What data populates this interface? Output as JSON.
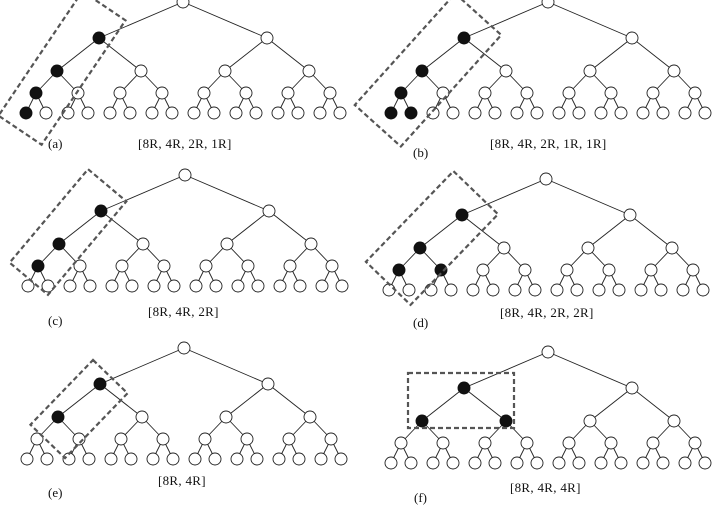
{
  "panels": [
    {
      "id": "a",
      "letter": "(a)",
      "sequence": "[8R, 4R, 2R, 1R]",
      "filled": [
        "L",
        "LL",
        "LLL",
        "LLLL"
      ]
    },
    {
      "id": "b",
      "letter": "(b)",
      "sequence": "[8R, 4R, 2R, 1R, 1R]",
      "filled": [
        "L",
        "LL",
        "LLL",
        "LLLL",
        "LLLR"
      ]
    },
    {
      "id": "c",
      "letter": "(c)",
      "sequence": "[8R, 4R, 2R]",
      "filled": [
        "L",
        "LL",
        "LLL"
      ]
    },
    {
      "id": "d",
      "letter": "(d)",
      "sequence": "[8R, 4R, 2R, 2R]",
      "filled": [
        "L",
        "LL",
        "LLL",
        "LLR"
      ]
    },
    {
      "id": "e",
      "letter": "(e)",
      "sequence": "[8R, 4R]",
      "filled": [
        "L",
        "LL"
      ]
    },
    {
      "id": "f",
      "letter": "(f)",
      "sequence": "[8R, 4R, 4R]",
      "filled": [
        "L",
        "LL",
        "LR"
      ]
    }
  ]
}
